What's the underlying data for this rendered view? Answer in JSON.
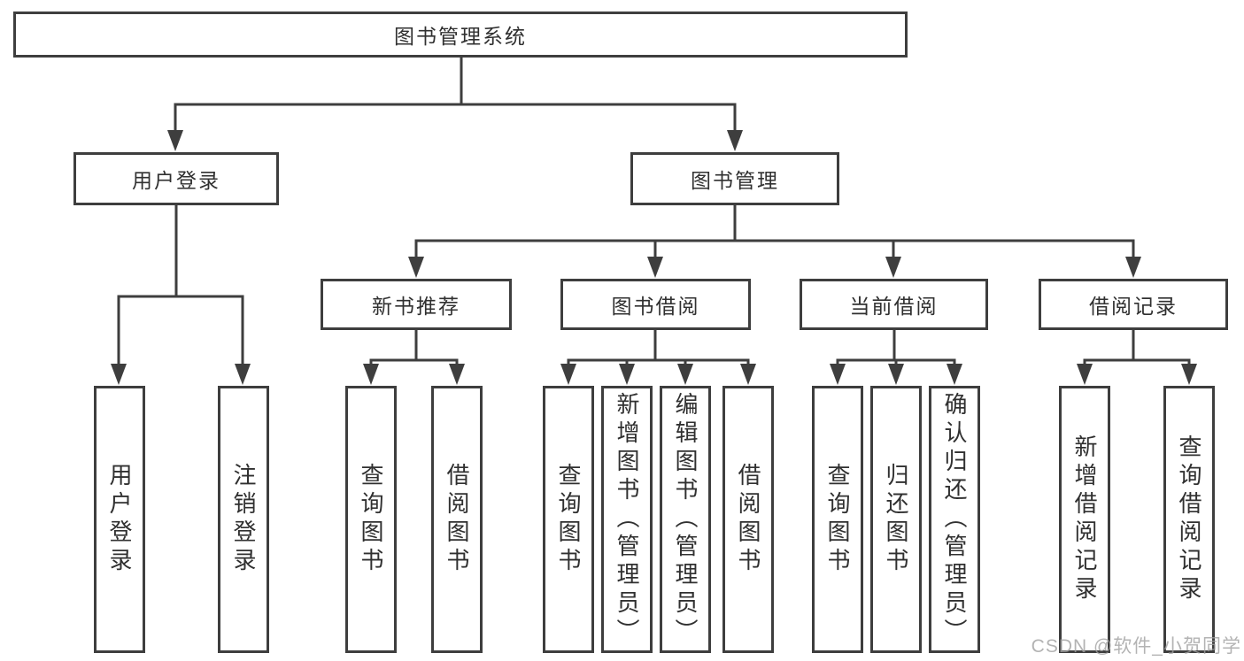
{
  "tree": {
    "root": {
      "label": "图书管理系统"
    },
    "branches": [
      {
        "label": "用户登录",
        "leaves": [
          {
            "label": "用户登录"
          },
          {
            "label": "注销登录"
          }
        ]
      },
      {
        "label": "图书管理",
        "groups": [
          {
            "label": "新书推荐",
            "leaves": [
              {
                "label": "查询图书"
              },
              {
                "label": "借阅图书"
              }
            ]
          },
          {
            "label": "图书借阅",
            "leaves": [
              {
                "label": "查询图书"
              },
              {
                "label": "新增图书（管理员）"
              },
              {
                "label": "编辑图书（管理员）"
              },
              {
                "label": "借阅图书"
              }
            ]
          },
          {
            "label": "当前借阅",
            "leaves": [
              {
                "label": "查询图书"
              },
              {
                "label": "归还图书"
              },
              {
                "label": "确认归还（管理员）"
              }
            ]
          },
          {
            "label": "借阅记录",
            "leaves": [
              {
                "label": "新增借阅记录"
              },
              {
                "label": "查询借阅记录"
              }
            ]
          }
        ]
      }
    ]
  },
  "watermark": {
    "text": "CSDN @软件_小贺同学",
    "color": "#a0a0a0"
  },
  "colors": {
    "line": "#3e3e3e",
    "text": "#303030",
    "background": "#ffffff"
  }
}
